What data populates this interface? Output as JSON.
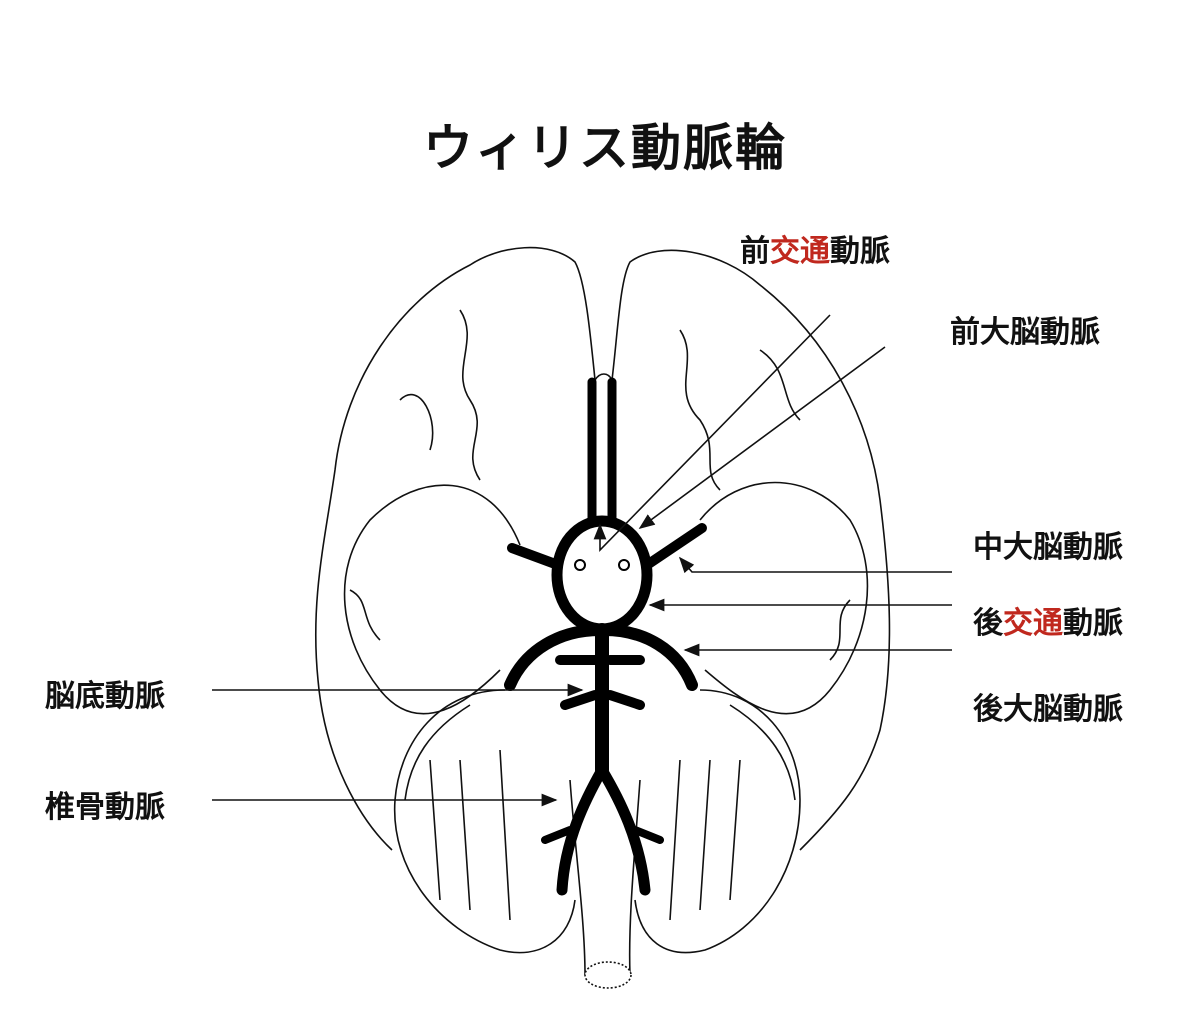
{
  "title": "ウィリス動脈輪",
  "colors": {
    "accent_red": "#c0281e",
    "ink": "#111111"
  },
  "labels": {
    "acom": {
      "pre": "前",
      "red": "交通",
      "post": "動脈"
    },
    "aca": "前大脳動脈",
    "mca": "中大脳動脈",
    "pcom": {
      "pre": "後",
      "red": "交通",
      "post": "動脈"
    },
    "pca": "後大脳動脈",
    "basilar": "脳底動脈",
    "vertebral": "椎骨動脈"
  }
}
